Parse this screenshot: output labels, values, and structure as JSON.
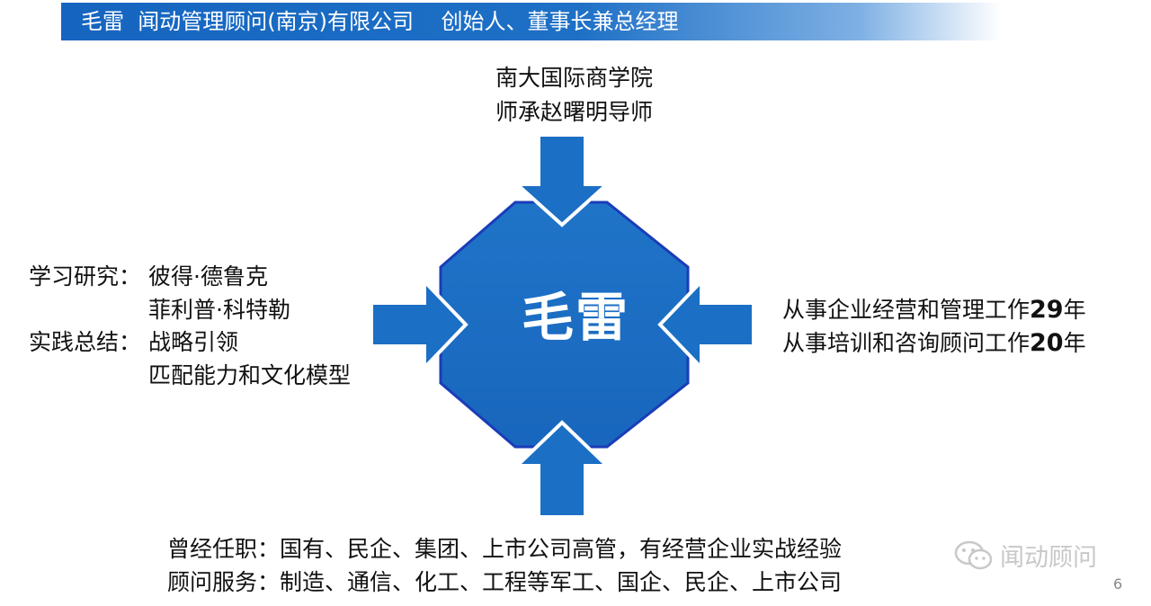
{
  "header": {
    "title": "毛雷  闻动管理顾问(南京)有限公司    创始人、董事长兼总经理"
  },
  "center": {
    "name": "毛雷"
  },
  "top_block": {
    "line1": "南大国际商学院",
    "line2": "师承赵曙明导师"
  },
  "left_block": {
    "study_label": "学习研究：",
    "study_1": "彼得·德鲁克",
    "study_2": "菲利普·科特勒",
    "practice_label": "实践总结：",
    "practice_1": "战略引领",
    "practice_2": "匹配能力和文化模型"
  },
  "right_block": {
    "line1_text": "从事企业经营和管理工作",
    "line1_num": "29",
    "line1_unit": "年",
    "line2_text": "从事培训和咨询顾问工作",
    "line2_num": "20",
    "line2_unit": "年"
  },
  "bottom_block": {
    "line1": "曾经任职：国有、民企、集团、上市公司高管，有经营企业实战经验",
    "line2": "顾问服务：制造、通信、化工、工程等军工、国企、民企、上市公司"
  },
  "watermark": {
    "text": "闻动顾问",
    "icon": "wechat-icon"
  },
  "page_number": "6",
  "colors": {
    "accent": "#1565c0",
    "octagon": "#1e6fc4",
    "octagon_border": "#1a3fb0",
    "arrow": "#1b6fc4"
  }
}
